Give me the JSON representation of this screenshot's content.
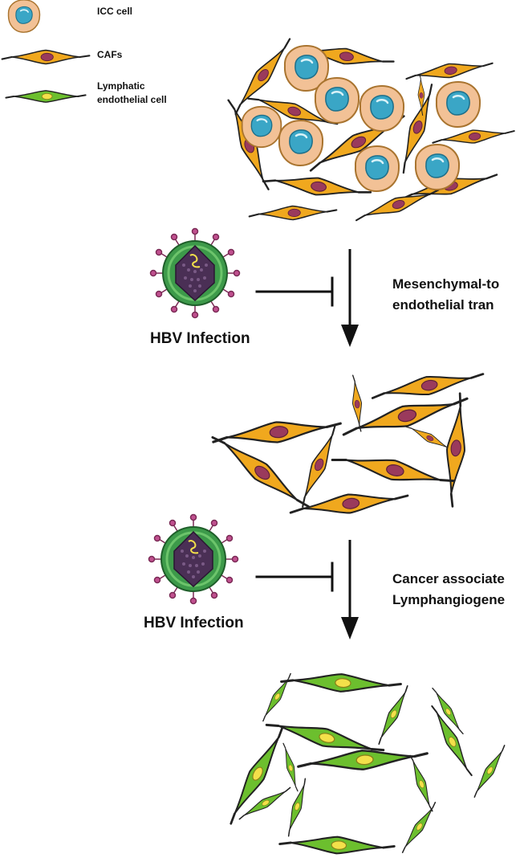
{
  "legend": {
    "icc": "ICC cell",
    "cafs": "CAFs",
    "lymphatic_line1": "Lymphatic",
    "lymphatic_line2": "endothelial cell"
  },
  "steps": [
    {
      "line1": "Mesenchymal-to",
      "line2": "endothelial tran"
    },
    {
      "line1": "Cancer associate",
      "line2": "Lymphangiogene"
    }
  ],
  "hbv": {
    "label": "HBV Infection"
  },
  "colors": {
    "icc_body": "#f2c196",
    "icc_nucleus": "#3aa6c6",
    "caf_body": "#f0a81e",
    "caf_nucleus": "#9a3a5c",
    "lec_body": "#6cbf2e",
    "lec_nucleus": "#f3e04a",
    "virus_shell": "#3d9a4a",
    "virus_core": "#4a2f55",
    "virus_spike": "#c0508f"
  }
}
